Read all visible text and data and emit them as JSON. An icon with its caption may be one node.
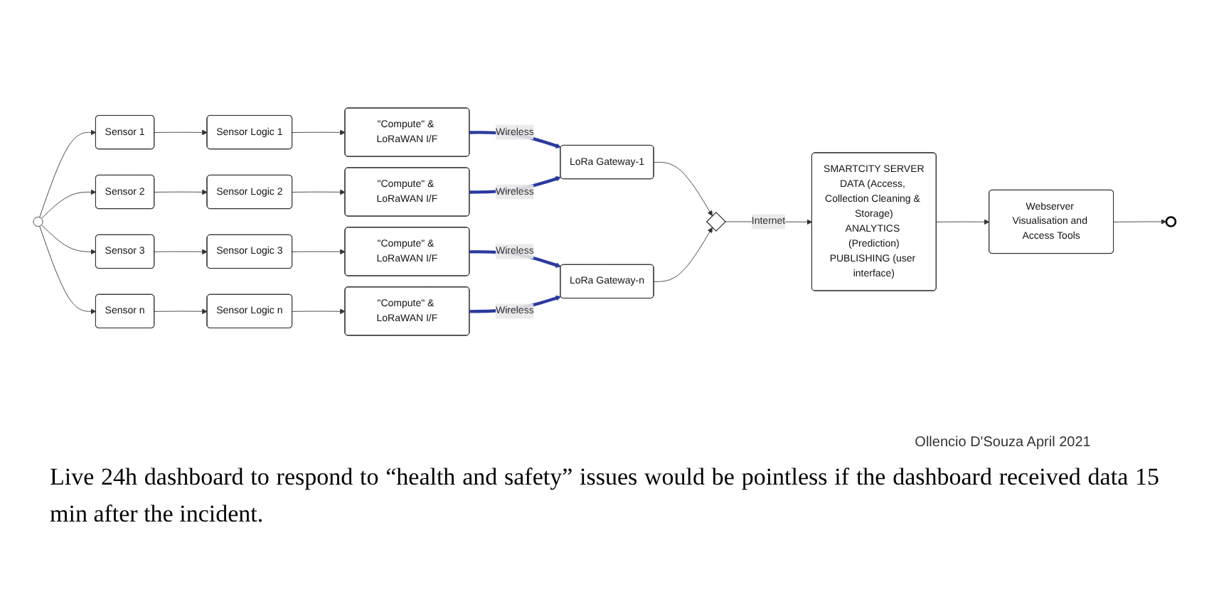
{
  "diagram": {
    "caption": "Live 24h dashboard to respond to “health and safety” issues would be pointless if the dashboard received data 15 min after the incident.",
    "nodes": [
      {
        "text": [],
        "shape": "circle"
      },
      {
        "text": [
          "Sensor 1"
        ]
      },
      {
        "text": [
          "Sensor Logic 1"
        ]
      },
      {
        "text": [
          "\"Compute\" & LoRaWAN I/F"
        ]
      },
      {
        "text": [
          "Sensor 2"
        ]
      },
      {
        "text": [
          "Sensor Logic 2"
        ]
      },
      {
        "text": [
          "\"Compute\" & LoRaWAN I/F"
        ]
      },
      {
        "text": [
          "Sensor 3"
        ]
      },
      {
        "text": [
          "Sensor Logic 3"
        ]
      },
      {
        "text": [
          "\"Compute\" & LoRaWAN I/F"
        ]
      },
      {
        "text": [
          "Sensor n"
        ]
      },
      {
        "text": [
          "Sensor Logic n"
        ]
      },
      {
        "text": [
          "\"Compute\" & LoRaWAN I/F"
        ]
      },
      {
        "text": [
          "LoRa Gateway-1"
        ]
      },
      {
        "text": [
          "LoRa Gateway-n"
        ]
      },
      {
        "text": [],
        "shape": "diamond"
      },
      {
        "text": [
          "SMARTCITY SERVER",
          "DATA (Access, Collection Cleaning & Storage)",
          "ANALYTICS (Prediction)",
          "PUBLISHING (user interface)"
        ]
      },
      {
        "text": [
          "Webserver Visualisation and Access Tools"
        ]
      },
      {
        "text": [],
        "shape": "circle"
      }
    ],
    "edges": [
      {
        "from": 0,
        "to": 1,
        "arrow": "to"
      },
      {
        "from": 0,
        "to": 4,
        "arrow": "to"
      },
      {
        "from": 0,
        "to": 7,
        "arrow": "to"
      },
      {
        "from": 0,
        "to": 10,
        "arrow": "to"
      },
      {
        "from": 1,
        "to": 2,
        "arrow": "to"
      },
      {
        "from": 2,
        "to": 3,
        "arrow": "to"
      },
      {
        "from": 4,
        "to": 5,
        "arrow": "to"
      },
      {
        "from": 5,
        "to": 6,
        "arrow": "to"
      },
      {
        "from": 7,
        "to": 8,
        "arrow": "to"
      },
      {
        "from": 8,
        "to": 9,
        "arrow": "to"
      },
      {
        "from": 10,
        "to": 11,
        "arrow": "to"
      },
      {
        "from": 11,
        "to": 12,
        "arrow": "to"
      },
      {
        "from": 3,
        "to": 13,
        "arrow": "to",
        "label": "Wireless",
        "style": "thick",
        "color": "#2b3a9e"
      },
      {
        "from": 6,
        "to": 13,
        "arrow": "to",
        "label": "Wireless",
        "style": "thick",
        "color": "#2b3a9e"
      },
      {
        "from": 9,
        "to": 14,
        "arrow": "to",
        "label": "Wireless",
        "style": "thick",
        "color": "#2b3a9e"
      },
      {
        "from": 12,
        "to": 14,
        "arrow": "to",
        "label": "Wireless",
        "style": "thick",
        "color": "#2b3a9e"
      },
      {
        "from": 13,
        "to": 15,
        "arrow": "to"
      },
      {
        "from": 14,
        "to": 15,
        "arrow": "to"
      },
      {
        "from": 15,
        "to": 16,
        "arrow": "to",
        "label": "Internet"
      },
      {
        "from": 16,
        "to": 17,
        "arrow": "to"
      },
      {
        "from": 17,
        "to": 18,
        "arrow": "to"
      }
    ],
    "labels": [
      "Ollencio D'Souza April 2021"
    ]
  }
}
